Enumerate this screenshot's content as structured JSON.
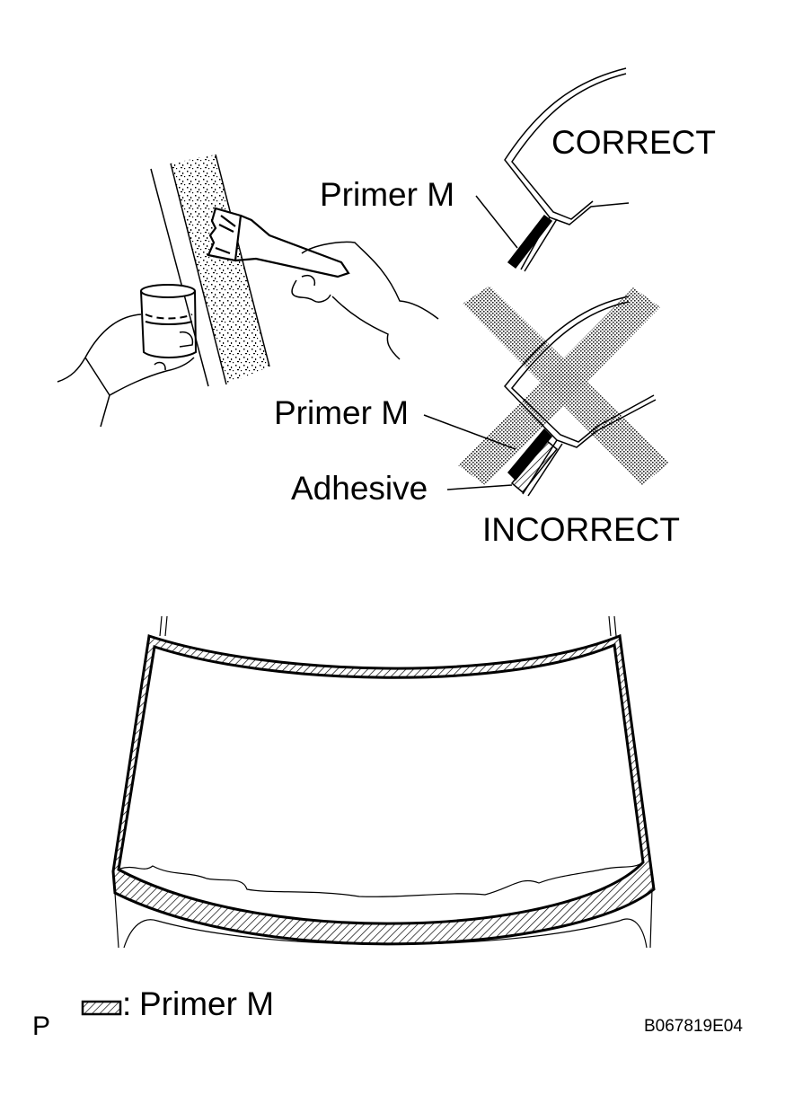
{
  "top_right": {
    "correct_label": "CORRECT",
    "correct_callout": "Primer M",
    "incorrect_label": "INCORRECT",
    "incorrect_callout_primer": "Primer M",
    "incorrect_callout_adhesive": "Adhesive"
  },
  "illustration": {
    "brush_scene": "hand-applying-primer-with-brush",
    "windshield": "windshield-with-primer-band"
  },
  "legend": {
    "symbol": "hatched-rectangle",
    "separator": ":",
    "label": "Primer M"
  },
  "footer": {
    "page_marker": "P",
    "figure_code": "B067819E04"
  },
  "colors": {
    "ink": "#000000",
    "background": "#ffffff",
    "dot_screen": "#808080"
  }
}
